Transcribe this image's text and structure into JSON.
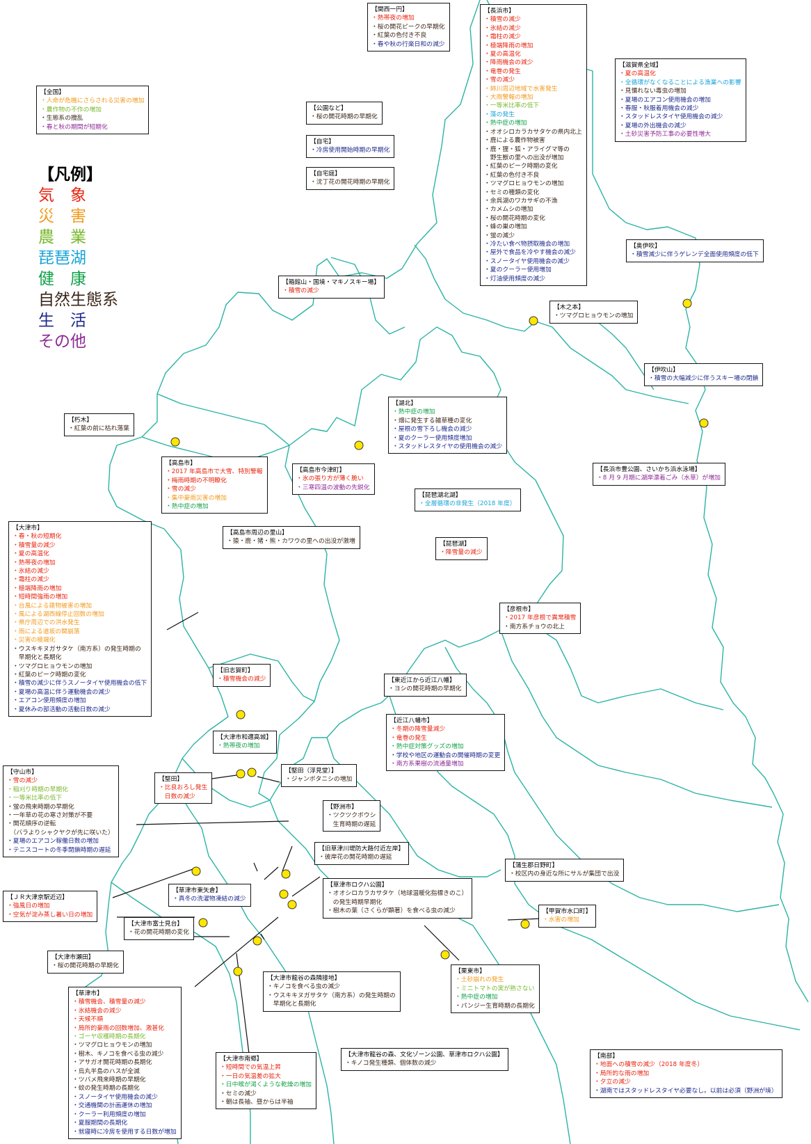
{
  "legend": {
    "title": "【凡例】",
    "items": [
      {
        "label": "気　象",
        "color": "#e8240f"
      },
      {
        "label": "災　害",
        "color": "#f29a1c"
      },
      {
        "label": "農　業",
        "color": "#7ab82f"
      },
      {
        "label": "琵琶湖",
        "color": "#1aa4d8"
      },
      {
        "label": "健　康",
        "color": "#12a14a"
      },
      {
        "label": "自然生態系",
        "color": "#3b2618"
      },
      {
        "label": "生　活",
        "color": "#1f2a8c"
      },
      {
        "label": "その他",
        "color": "#8e2a96"
      }
    ]
  },
  "colors": {
    "map_outline": "#2bb3a4",
    "marker": "#ffe600",
    "weather": "#e8240f",
    "disaster": "#f29a1c",
    "agriculture": "#7ab82f",
    "lake": "#1aa4d8",
    "health": "#12a14a",
    "ecosystem": "#3b2618",
    "life": "#1f2a8c",
    "other": "#8e2a96"
  },
  "boxes": {
    "zenkoku": {
      "title": "【全国】",
      "items": [
        {
          "c": "disaster",
          "text": "・人命が危機にさらされる災害の増加"
        },
        {
          "c": "agri",
          "text": "・農作物の不作の増加"
        },
        {
          "c": "eco",
          "text": "・生態系の攪乱"
        },
        {
          "c": "other",
          "text": "・春と秋の期間が短期化"
        }
      ]
    },
    "kansai": {
      "title": "【関西一円】",
      "items": [
        {
          "c": "weather",
          "text": "・熱帯夜の増加"
        },
        {
          "c": "eco",
          "text": "・桜の開花ピークの早期化"
        },
        {
          "c": "eco",
          "text": "・紅葉の色付き不良"
        },
        {
          "c": "life",
          "text": "・春や秋の行楽日和の減少"
        }
      ]
    },
    "koen": {
      "title": "【公園など】",
      "items": [
        {
          "c": "eco",
          "text": "・桜の開花時期の早期化"
        }
      ]
    },
    "jitaku": {
      "title": "【自宅】",
      "items": [
        {
          "c": "life",
          "text": "・冷房使用開始時期の早期化"
        }
      ]
    },
    "jitakutei": {
      "title": "【自宅庭】",
      "items": [
        {
          "c": "eco",
          "text": "・沈丁花の開花時期の早期化"
        }
      ]
    },
    "nagahama": {
      "title": "【長浜市】",
      "items": [
        {
          "c": "weather",
          "text": "・積雪の減少"
        },
        {
          "c": "weather",
          "text": "・氷結の減少"
        },
        {
          "c": "weather",
          "text": "・霜柱の減少"
        },
        {
          "c": "weather",
          "text": "・極端降雨の増加"
        },
        {
          "c": "weather",
          "text": "・夏の高温化"
        },
        {
          "c": "weather",
          "text": "・降雨機会の減少"
        },
        {
          "c": "weather",
          "text": "・竜巻の発生"
        },
        {
          "c": "weather",
          "text": "・雪の減少"
        },
        {
          "c": "disaster",
          "text": "・姉川周辺地域で水害発生"
        },
        {
          "c": "disaster",
          "text": "・大雨警報の増加"
        },
        {
          "c": "agri",
          "text": "・一等米比率の低下"
        },
        {
          "c": "lake",
          "text": "・藻の発生"
        },
        {
          "c": "health",
          "text": "・熱中症の増加"
        },
        {
          "c": "eco",
          "text": "・オオシロカラカサタケの県内北上"
        },
        {
          "c": "eco",
          "text": "・鹿による農作物被害"
        },
        {
          "c": "eco",
          "text": "・鹿・狸・狐・アライグマ等の"
        },
        {
          "c": "eco",
          "text": "　野生獣の里への出没が増加"
        },
        {
          "c": "eco",
          "text": "・紅葉のピーク時期の変化"
        },
        {
          "c": "eco",
          "text": "・紅葉の色付き不良"
        },
        {
          "c": "eco",
          "text": "・ツマグロヒョウモンの増加"
        },
        {
          "c": "eco",
          "text": "・セミの種類の変化"
        },
        {
          "c": "eco",
          "text": "・余呉湖のワカサギの不漁"
        },
        {
          "c": "eco",
          "text": "・カメムシの増加"
        },
        {
          "c": "eco",
          "text": "・桜の開花時期の変化"
        },
        {
          "c": "eco",
          "text": "・蜂の巣の増加"
        },
        {
          "c": "eco",
          "text": "・蛍の減少"
        },
        {
          "c": "life",
          "text": "・冷たい食べ物摂取機会の増加"
        },
        {
          "c": "life",
          "text": "・屋外で食品を冷やす機会の減少"
        },
        {
          "c": "life",
          "text": "・スノータイヤ使用機会の減少"
        },
        {
          "c": "life",
          "text": "・夏のクーラー使用増加"
        },
        {
          "c": "life",
          "text": "・灯油使用頻度の減少"
        }
      ]
    },
    "shigaken": {
      "title": "【滋賀県全域】",
      "items": [
        {
          "c": "weather",
          "text": "・夏の高温化"
        },
        {
          "c": "lake",
          "text": "・全循環がなくなることによる漁業への影響"
        },
        {
          "c": "eco",
          "text": "・見慣れない毒虫の増加"
        },
        {
          "c": "life",
          "text": "・夏場のエアコン使用機会の増加"
        },
        {
          "c": "life",
          "text": "・春服・秋服着用機会の減少"
        },
        {
          "c": "life",
          "text": "・スタッドレスタイヤ使用機会の減少"
        },
        {
          "c": "life",
          "text": "・夏場の外出機会の減少"
        },
        {
          "c": "other",
          "text": "・土砂災害予防工事の必要性増大"
        }
      ]
    },
    "okuibuki": {
      "title": "【奥伊吹】",
      "items": [
        {
          "c": "life",
          "text": "・積雪減少に伴うゲレンデ全面使用頻度の低下"
        }
      ]
    },
    "hakodate": {
      "title": "【箱館山・国境・マキノスキー場】",
      "items": [
        {
          "c": "weather",
          "text": "・積雪の減少"
        }
      ]
    },
    "kinomoto": {
      "title": "【木之本】",
      "items": [
        {
          "c": "eco",
          "text": "・ツマグロヒョウモンの増加"
        }
      ]
    },
    "ibukiyama": {
      "title": "【伊吹山】",
      "items": [
        {
          "c": "life",
          "text": "・積雪の大幅減少に伴うスキー場の閉鎖"
        }
      ]
    },
    "kohoku": {
      "title": "【湖北】",
      "items": [
        {
          "c": "health",
          "text": "・熱中症の増加"
        },
        {
          "c": "eco",
          "text": "・畑に発生する雑草種の変化"
        },
        {
          "c": "life",
          "text": "・屋根の雪下ろし機会の減少"
        },
        {
          "c": "life",
          "text": "・夏のクーラー使用頻度増加"
        },
        {
          "c": "life",
          "text": "・スタッドレスタイヤの使用機会の減少"
        }
      ]
    },
    "kutsuki": {
      "title": "【朽木】",
      "items": [
        {
          "c": "eco",
          "text": "・紅葉の前に枯れ落葉"
        }
      ]
    },
    "takashima": {
      "title": "【高島市】",
      "items": [
        {
          "c": "weather",
          "text": "・2017 年高島市で大雪、特別警報"
        },
        {
          "c": "weather",
          "text": "・梅雨時期の不明瞭化"
        },
        {
          "c": "weather",
          "text": "・雪の減少"
        },
        {
          "c": "disaster",
          "text": "・集中豪雨災害の増加"
        },
        {
          "c": "health",
          "text": "・熱中症の増加"
        }
      ]
    },
    "imazu": {
      "title": "【高島市今津町】",
      "items": [
        {
          "c": "weather",
          "text": "・氷の張り方が薄く脆い"
        },
        {
          "c": "other",
          "text": "・三寒四温の波動の先鋭化"
        }
      ]
    },
    "toyokoen": {
      "title": "【長浜市豊公園、さいかち浜水泳場】",
      "items": [
        {
          "c": "other",
          "text": "・8 月 9 月期に湖岸漂着ごみ（水草）が増加"
        }
      ]
    },
    "hokko": {
      "title": "【琵琶湖北湖】",
      "items": [
        {
          "c": "lake",
          "text": "・全層循環の非発生（2018 年度）"
        }
      ]
    },
    "satoyama": {
      "title": "【高島市周辺の里山】",
      "items": [
        {
          "c": "eco",
          "text": "・猿・鹿・猪・熊・カワウの里への出没が激増"
        }
      ]
    },
    "biwako": {
      "title": "【琵琶湖】",
      "items": [
        {
          "c": "weather",
          "text": "・降雪量の減少"
        }
      ]
    },
    "otsu": {
      "title": "【大津市】",
      "items": [
        {
          "c": "weather",
          "text": "・春・秋の短期化"
        },
        {
          "c": "weather",
          "text": "・積雪量の減少"
        },
        {
          "c": "weather",
          "text": "・夏の高温化"
        },
        {
          "c": "weather",
          "text": "・熱帯夜の増加"
        },
        {
          "c": "weather",
          "text": "・氷結の減少"
        },
        {
          "c": "weather",
          "text": "・霜柱の減少"
        },
        {
          "c": "weather",
          "text": "・極端降雨の増加"
        },
        {
          "c": "weather",
          "text": "・短時間強雨の増加"
        },
        {
          "c": "disaster",
          "text": "・台風による建物被害の増加"
        },
        {
          "c": "disaster",
          "text": "・風による湖西線停止回数の増加"
        },
        {
          "c": "disaster",
          "text": "・県庁周辺での洪水発生"
        },
        {
          "c": "disaster",
          "text": "・雨による道坂の関崩落"
        },
        {
          "c": "disaster",
          "text": "・災害の極端化"
        },
        {
          "c": "eco",
          "text": "・ウスキキヌガサタケ（南方系）の発生時期の"
        },
        {
          "c": "eco",
          "text": "　早期化と長期化"
        },
        {
          "c": "eco",
          "text": "・ツマグロヒョウモンの増加"
        },
        {
          "c": "eco",
          "text": "・紅葉のピーク時期の変化"
        },
        {
          "c": "life",
          "text": "・積雪の減少に伴うスノータイヤ使用機会の低下"
        },
        {
          "c": "life",
          "text": "・夏場の高温に伴う運動機会の減少"
        },
        {
          "c": "life",
          "text": "・エアコン使用頻度の増加"
        },
        {
          "c": "life",
          "text": "・夏休みの部活動の活動日数の減少"
        }
      ]
    },
    "hikone": {
      "title": "【彦根市】",
      "items": [
        {
          "c": "weather",
          "text": "・2017 年彦根で異常積雪"
        },
        {
          "c": "eco",
          "text": "・南方系チョウの北上"
        }
      ]
    },
    "shiga_old": {
      "title": "【旧志賀町】",
      "items": [
        {
          "c": "weather",
          "text": "・積雪機会の減少"
        }
      ]
    },
    "higashiomi": {
      "title": "【東近江から近江八幡】",
      "items": [
        {
          "c": "eco",
          "text": "・ヨシの開花時期の早期化"
        }
      ]
    },
    "omihachiman": {
      "title": "【近江八幡市】",
      "items": [
        {
          "c": "weather",
          "text": "・冬期の降雪量減少"
        },
        {
          "c": "weather",
          "text": "・竜巻の発生"
        },
        {
          "c": "health",
          "text": "・熱中症対策グッズの増加"
        },
        {
          "c": "life",
          "text": "・学校や地区の運動会の開催時期の変更"
        },
        {
          "c": "other",
          "text": "・南方系果樹の流通量増加"
        }
      ]
    },
    "wani": {
      "title": "【大津市和邇高城】",
      "items": [
        {
          "c": "health",
          "text": "・熱帯夜の増加"
        }
      ]
    },
    "moriyama": {
      "title": "【守山市】",
      "items": [
        {
          "c": "weather",
          "text": "・雪の減少"
        },
        {
          "c": "agri",
          "text": "・稲刈り時期の早期化"
        },
        {
          "c": "agri",
          "text": "・一等米比率の低下"
        },
        {
          "c": "eco",
          "text": "・蛍の飛来時期の早期化"
        },
        {
          "c": "eco",
          "text": "・一年草の花の寒さ対策が不要"
        },
        {
          "c": "eco",
          "text": "・開花順序の逆転"
        },
        {
          "c": "eco",
          "text": "　（バラよりシャクヤクが先に咲いた）"
        },
        {
          "c": "life",
          "text": "・夏場のエアコン稼働日数の増加"
        },
        {
          "c": "life",
          "text": "・テニスコートの冬季閉鎖時期の遅延"
        }
      ]
    },
    "katata": {
      "title": "【堅田】",
      "items": [
        {
          "c": "weather",
          "text": "・比良おろし発生"
        },
        {
          "c": "weather",
          "text": "　日数の減少"
        }
      ]
    },
    "ukimido": {
      "title": "【堅田（浮見堂）】",
      "items": [
        {
          "c": "eco",
          "text": "・ジャンボタニシの増加"
        }
      ]
    },
    "yasu": {
      "title": "【野洲市】",
      "items": [
        {
          "c": "eco",
          "text": "・ツクツクボウシ"
        },
        {
          "c": "eco",
          "text": "　生育時期の遅延"
        }
      ]
    },
    "kusatsugawa": {
      "title": "【旧草津川堤防大路付近左岸】",
      "items": [
        {
          "c": "eco",
          "text": "・彼岸花の開花時期の遅延"
        }
      ]
    },
    "gamo": {
      "title": "【蒲生郡日野町】",
      "items": [
        {
          "c": "eco",
          "text": "・校区内の身近な所にサルが集団で出没"
        }
      ]
    },
    "jr": {
      "title": "【ＪＲ大津京駅近辺】",
      "items": [
        {
          "c": "weather",
          "text": "・強風日の増加"
        },
        {
          "c": "weather",
          "text": "・空気が淀み蒸し暑い日の増加"
        }
      ]
    },
    "yagura": {
      "title": "【草津市東矢倉】",
      "items": [
        {
          "c": "life",
          "text": "・真冬の洗濯物凍結の減少"
        }
      ]
    },
    "rokuha": {
      "title": "【草津市ロクハ公園】",
      "items": [
        {
          "c": "eco",
          "text": "・オオシロカラカサタケ（地球温暖化指標きのこ）"
        },
        {
          "c": "eco",
          "text": "　の発生時期早期化"
        },
        {
          "c": "eco",
          "text": "・樹木の葉（さくらが顕著）を食べる虫の減少"
        }
      ]
    },
    "minakuchi": {
      "title": "【甲賀市水口町】",
      "items": [
        {
          "c": "disaster",
          "text": "・水害の増加"
        }
      ]
    },
    "fujimi": {
      "title": "【大津市富士見台】",
      "items": [
        {
          "c": "eco",
          "text": "・花の開花時期の変化"
        }
      ]
    },
    "seta": {
      "title": "【大津市瀬田】",
      "items": [
        {
          "c": "eco",
          "text": "・桜の開花時期の早期化"
        }
      ]
    },
    "ritto": {
      "title": "【栗東市】",
      "items": [
        {
          "c": "disaster",
          "text": "・土砂崩れの発生"
        },
        {
          "c": "agri",
          "text": "・ミニトマトの実が熟さない"
        },
        {
          "c": "health",
          "text": "・熱中症の増加"
        },
        {
          "c": "eco",
          "text": "・パンジー生育時期の長期化"
        }
      ]
    },
    "ryukoku": {
      "title": "【大津市龍谷の森隣接地】",
      "items": [
        {
          "c": "eco",
          "text": "・キノコを食べる虫の減少"
        },
        {
          "c": "eco",
          "text": "・ウスキキヌガサタケ（南方系）の発生時期の"
        },
        {
          "c": "eco",
          "text": "　早期化と長期化"
        }
      ]
    },
    "kusatsu": {
      "title": "【草津市】",
      "items": [
        {
          "c": "weather",
          "text": "・積雪機会、積雪量の減少"
        },
        {
          "c": "weather",
          "text": "・氷結機会の減少"
        },
        {
          "c": "weather",
          "text": "・天候不順"
        },
        {
          "c": "weather",
          "text": "・局所的豪雨の回数増加、激甚化"
        },
        {
          "c": "agri",
          "text": "・ゴーヤ収穫時期の長期化"
        },
        {
          "c": "eco",
          "text": "・ツマグロヒョウモンの増加"
        },
        {
          "c": "eco",
          "text": "・樹木、キノコを食べる虫の減少"
        },
        {
          "c": "eco",
          "text": "・アサガオ開花時期の長期化"
        },
        {
          "c": "eco",
          "text": "・烏丸半島のハスが全滅"
        },
        {
          "c": "eco",
          "text": "・ツバメ飛来時期の早期化"
        },
        {
          "c": "eco",
          "text": "・蚊の発生時期の長期化"
        },
        {
          "c": "life",
          "text": "・スノータイヤ使用機会の減少"
        },
        {
          "c": "life",
          "text": "・交通機関の計画運休の増加"
        },
        {
          "c": "life",
          "text": "・クーラー利用頻度の増加"
        },
        {
          "c": "life",
          "text": "・夏服期間の長期化"
        },
        {
          "c": "life",
          "text": "・就寝時に冷房を使用する日数が増加"
        }
      ]
    },
    "nango": {
      "title": "【大津市南郷】",
      "items": [
        {
          "c": "weather",
          "text": "・短時間での気温上昇"
        },
        {
          "c": "weather",
          "text": "・一日の気温差の拡大"
        },
        {
          "c": "health",
          "text": "・日中喉が渇くような乾燥の増加"
        },
        {
          "c": "eco",
          "text": "・セミの減少"
        },
        {
          "c": "eco",
          "text": "・朝は長袖、昼からは半袖"
        }
      ]
    },
    "bunka": {
      "title": "【大津市龍谷の森、文化ゾーン公園、草津市ロクハ公園】",
      "items": [
        {
          "c": "eco",
          "text": "・キノコ発生種類、個体数の減少"
        }
      ]
    },
    "nanbu": {
      "title": "【南部】",
      "items": [
        {
          "c": "weather",
          "text": "・地面への積雪の減少（2018 年度冬）"
        },
        {
          "c": "weather",
          "text": "・局所的な雨の増加"
        },
        {
          "c": "weather",
          "text": "・夕立の減少"
        },
        {
          "c": "life",
          "text": "・湖南ではスタッドレスタイヤ必要なし。以前は必須（野洲が境）"
        }
      ]
    }
  }
}
